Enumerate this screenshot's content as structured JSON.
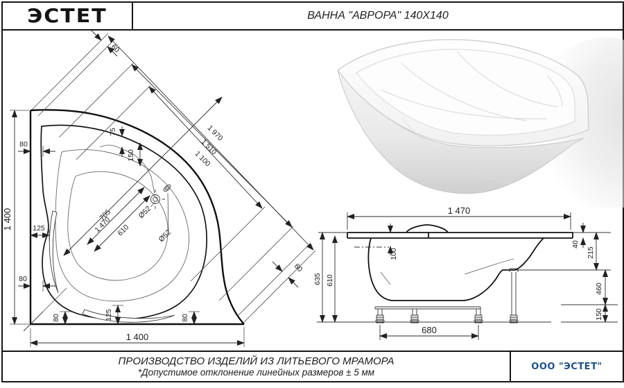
{
  "header": {
    "logo_text": "ЭСТЕТ",
    "title": "ВАННА \"АВРОРА\" 140X140"
  },
  "footer": {
    "production_line": "ПРОИЗВОДСТВО ИЗДЕЛИЙ ИЗ ЛИТЬЕВОГО МРАМОРА",
    "tolerance_line": "*Допустимое отклонение линейных размеров ± 5 мм",
    "company": "ООО \"ЭСТЕТ\""
  },
  "colors": {
    "accent_blue": "#1b4f8e",
    "line_dark": "#151515"
  },
  "top_view": {
    "dims": {
      "height_left": "1 400",
      "width_bottom": "1 400",
      "diag_total": "1 970",
      "diag_mid": "1 510",
      "diag_inner": "1 100",
      "offset_top": "60",
      "offset_right": "60",
      "gap_75": "75",
      "gap_150": "150",
      "drain_diag_705": "705",
      "drain_diag_610": "610",
      "diag_1470": "1 470",
      "drain_dia": "Ø52",
      "overflow_dia": "Ø52",
      "side_80_top": "80",
      "side_125": "125",
      "side_80_bottom": "80",
      "bottom_80_left": "80",
      "bottom_125": "125",
      "bottom_80_right": "80"
    }
  },
  "side_view": {
    "dims": {
      "rim_length": "1 470",
      "height_total": "635",
      "height_rim": "610",
      "depth_100": "100",
      "rim_40": "40",
      "seat_215": "215",
      "bowl_460": "460",
      "legs_150": "150",
      "frame_680": "680"
    }
  }
}
